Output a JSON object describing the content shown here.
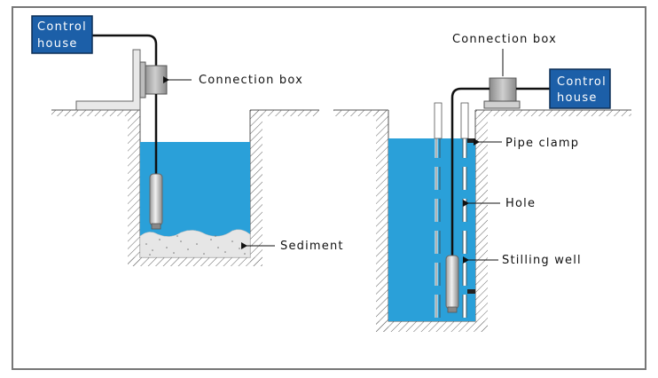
{
  "left": {
    "control_house": [
      "Control",
      "house"
    ],
    "connection_box": "Connection box",
    "sediment": "Sediment"
  },
  "right": {
    "connection_box": "Connection box",
    "control_house": [
      "Control",
      "house"
    ],
    "pipe_clamp": "Pipe clamp",
    "hole": "Hole",
    "stilling_well": "Stilling well"
  },
  "colors": {
    "water": "#2aa0d9",
    "control_house": "#1c5fa8",
    "sediment": "#e6e6e6",
    "wall_hatch": "#555555",
    "frame": "#777777"
  }
}
